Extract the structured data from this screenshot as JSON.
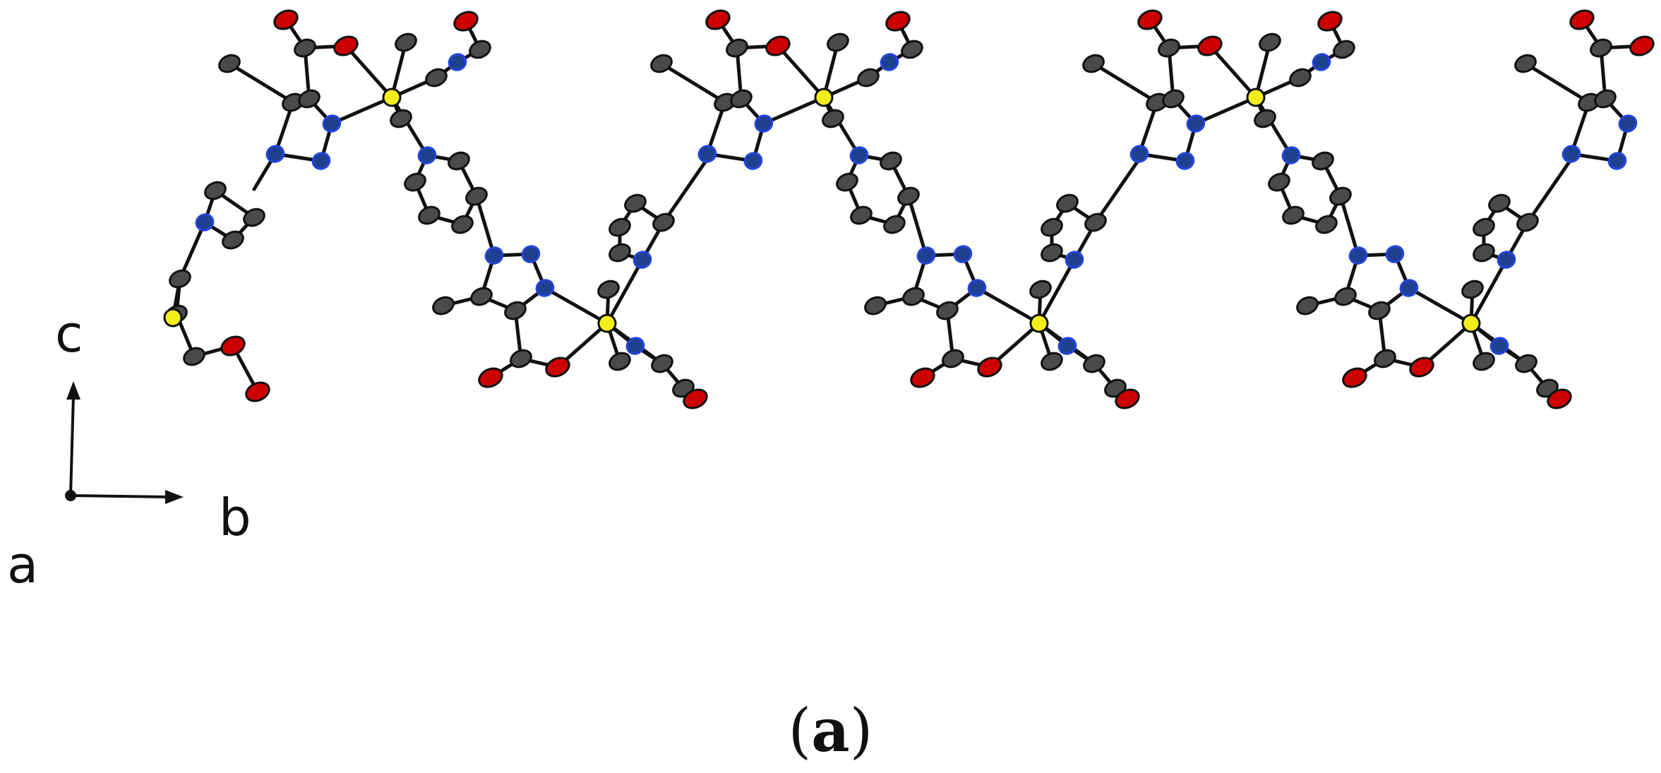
{
  "figure": {
    "axis_labels": {
      "vertical": "c",
      "horizontal": "b",
      "viewing": "a"
    },
    "caption": {
      "open": "(",
      "letter": "a",
      "close": ")"
    },
    "colors": {
      "carbon": "#4a4a4a",
      "nitrogen": "#1f3f8f",
      "oxygen": "#cc0000",
      "metal": "#f2ee1a",
      "bond": "#111111",
      "background": "#ffffff"
    },
    "repeat_units": 4
  }
}
